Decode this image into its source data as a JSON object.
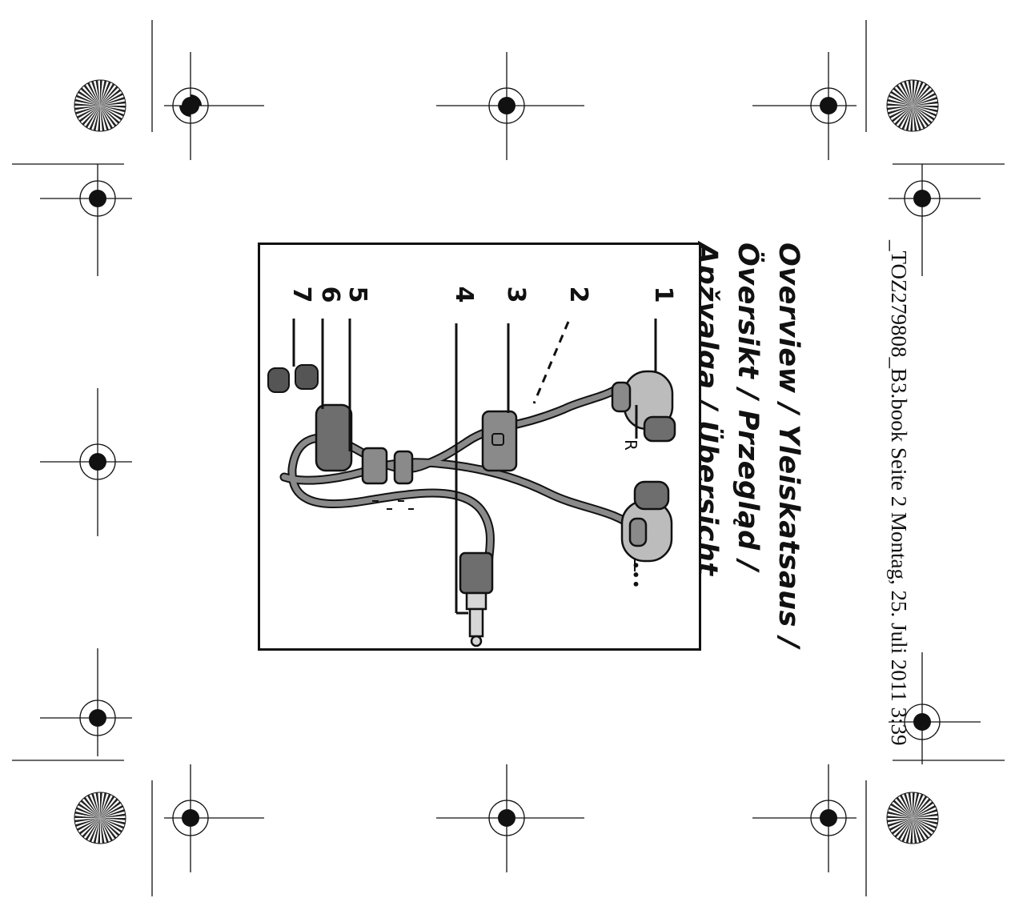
{
  "header": {
    "title_lines": [
      "Overview / Yleiskatsaus /",
      "Översikt / Przegląd /",
      "Apžvalga / Übersicht"
    ]
  },
  "slug": {
    "text": "_TOZ279808_B3.book  Seite 2  Montag, 25. Juli 2011  3:39"
  },
  "figure": {
    "callouts": [
      "1",
      "2",
      "3",
      "4",
      "5",
      "6",
      "7"
    ],
    "right_label": "R",
    "left_marker": "•••"
  },
  "colors": {
    "ink": "#111111",
    "cable": "#8a8a8a",
    "earbud": "#bcbcbc",
    "tip": "#6e6e6e"
  }
}
